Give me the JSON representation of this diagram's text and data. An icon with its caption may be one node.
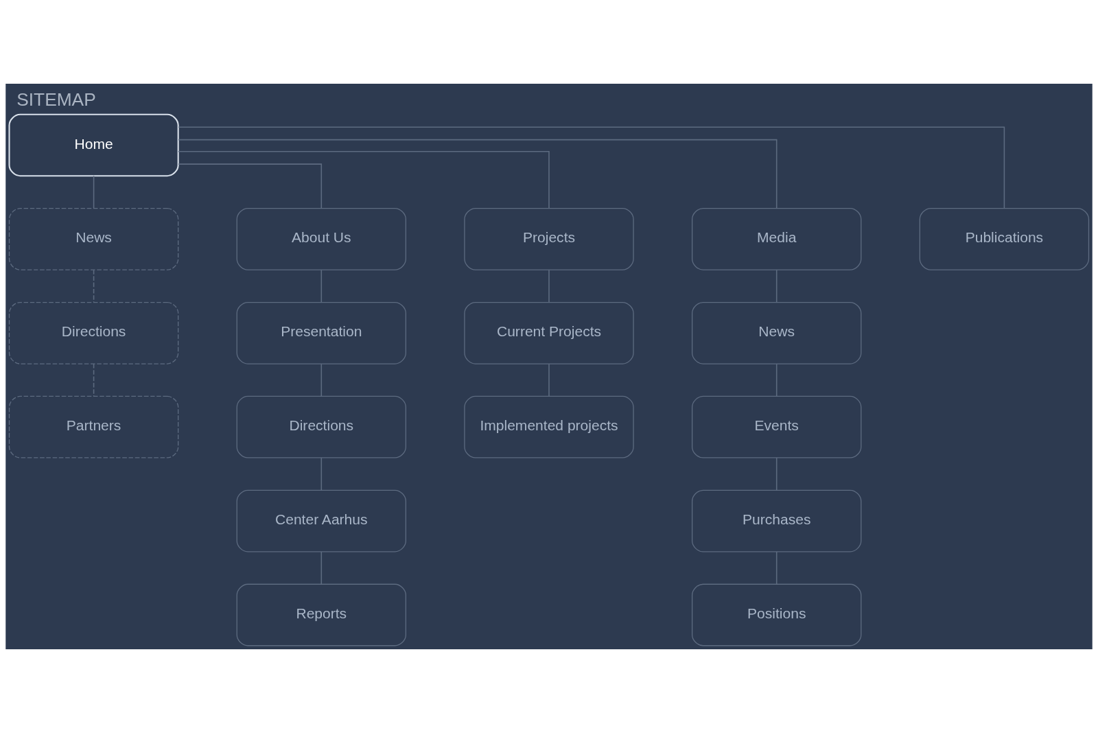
{
  "diagram": {
    "title": "SITEMAP",
    "nodes": [
      {
        "text": [
          "Home"
        ]
      },
      {
        "text": [
          "News"
        ]
      },
      {
        "text": [
          "Directions"
        ]
      },
      {
        "text": [
          "Partners"
        ]
      },
      {
        "text": [
          "About Us"
        ]
      },
      {
        "text": [
          "Presentation"
        ]
      },
      {
        "text": [
          "Directions"
        ]
      },
      {
        "text": [
          "Center Aarhus"
        ]
      },
      {
        "text": [
          "Reports"
        ]
      },
      {
        "text": [
          "Projects"
        ]
      },
      {
        "text": [
          "Current Projects"
        ]
      },
      {
        "text": [
          "Implemented projects"
        ]
      },
      {
        "text": [
          "Media"
        ]
      },
      {
        "text": [
          "News"
        ]
      },
      {
        "text": [
          "Events"
        ]
      },
      {
        "text": [
          "Purchases"
        ]
      },
      {
        "text": [
          "Positions"
        ]
      },
      {
        "text": [
          "Publications"
        ]
      }
    ],
    "edges": [
      {
        "from": 0,
        "to": 1,
        "arrow": "none"
      },
      {
        "from": 1,
        "to": 2,
        "arrow": "none",
        "style": "dashed"
      },
      {
        "from": 2,
        "to": 3,
        "arrow": "none",
        "style": "dashed"
      },
      {
        "from": 0,
        "to": 4,
        "arrow": "none"
      },
      {
        "from": 4,
        "to": 5,
        "arrow": "none"
      },
      {
        "from": 5,
        "to": 6,
        "arrow": "none"
      },
      {
        "from": 6,
        "to": 7,
        "arrow": "none"
      },
      {
        "from": 7,
        "to": 8,
        "arrow": "none"
      },
      {
        "from": 0,
        "to": 9,
        "arrow": "none"
      },
      {
        "from": 9,
        "to": 10,
        "arrow": "none"
      },
      {
        "from": 10,
        "to": 11,
        "arrow": "none"
      },
      {
        "from": 0,
        "to": 12,
        "arrow": "none"
      },
      {
        "from": 12,
        "to": 13,
        "arrow": "none"
      },
      {
        "from": 13,
        "to": 14,
        "arrow": "none"
      },
      {
        "from": 14,
        "to": 15,
        "arrow": "none"
      },
      {
        "from": 15,
        "to": 16,
        "arrow": "none"
      },
      {
        "from": 0,
        "to": 17,
        "arrow": "none"
      }
    ]
  }
}
